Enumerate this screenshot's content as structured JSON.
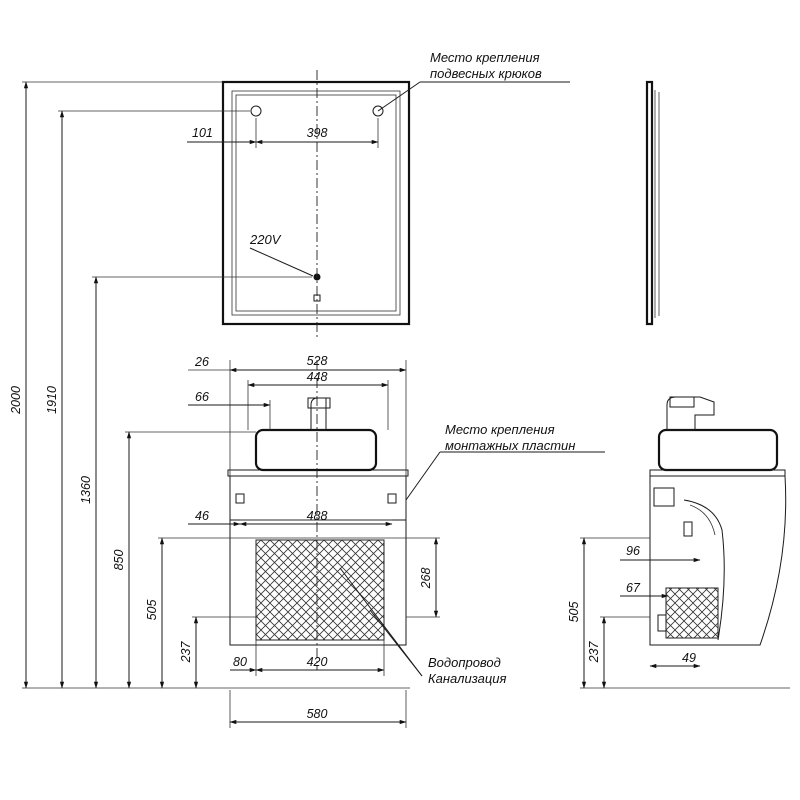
{
  "labels": {
    "hooks_line1": "Место крепления",
    "hooks_line2": "подвесных крюков",
    "plates_line1": "Место крепления",
    "plates_line2": "монтажных пластин",
    "water": "Водопровод",
    "sewer": "Канализация",
    "power": "220V"
  },
  "dimensions": {
    "total_height": "2000",
    "hook_height": "1910",
    "socket_height": "1360",
    "plate_height": "850",
    "cabinet_top": "505",
    "pipe_height": "237",
    "hook_offset": "101",
    "hook_spacing": "398",
    "cabinet_width": "528",
    "basin_width": "448",
    "edge_offset_26": "26",
    "faucet_offset": "66",
    "plate_offset": "46",
    "plate_spacing": "488",
    "pipe_offset": "80",
    "pipe_zone": "420",
    "panel_height": "268",
    "overall_width": "580",
    "side_cabinet_top": "505",
    "side_pipe_height": "237",
    "side_depth_96": "96",
    "side_depth_67": "67",
    "side_depth_49": "49"
  }
}
